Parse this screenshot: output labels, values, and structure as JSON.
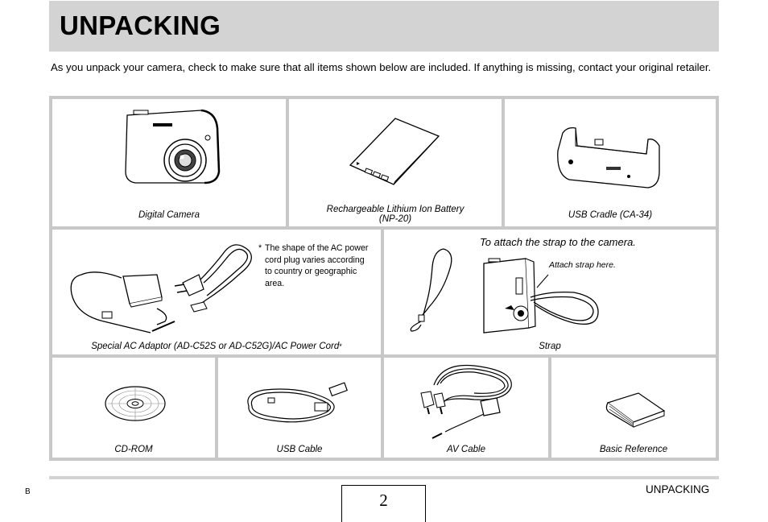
{
  "header": {
    "title": "UNPACKING"
  },
  "intro": "As you unpack your camera, check to make sure that all items shown below are included. If anything is missing, contact your original retailer.",
  "items": {
    "camera": "Digital Camera",
    "battery_line1": "Rechargeable Lithium Ion Battery",
    "battery_line2": "(NP-20)",
    "cradle": "USB Cradle (CA-34)",
    "adaptor": "Special AC Adaptor (AD-C52S or AD-C52G)/AC Power Cord",
    "adaptor_mark": "*",
    "strap": "Strap",
    "cdrom": "CD-ROM",
    "usb_cable": "USB Cable",
    "av_cable": "AV Cable",
    "basic_reference": "Basic Reference"
  },
  "note": {
    "mark": "*",
    "text": "The shape of the AC power cord plug varies according to country or geographic area."
  },
  "strap_panel": {
    "title": "To attach the strap to the camera.",
    "attach_label": "Attach strap here."
  },
  "footer": {
    "marker": "B",
    "page_number": "2",
    "section": "UNPACKING"
  }
}
